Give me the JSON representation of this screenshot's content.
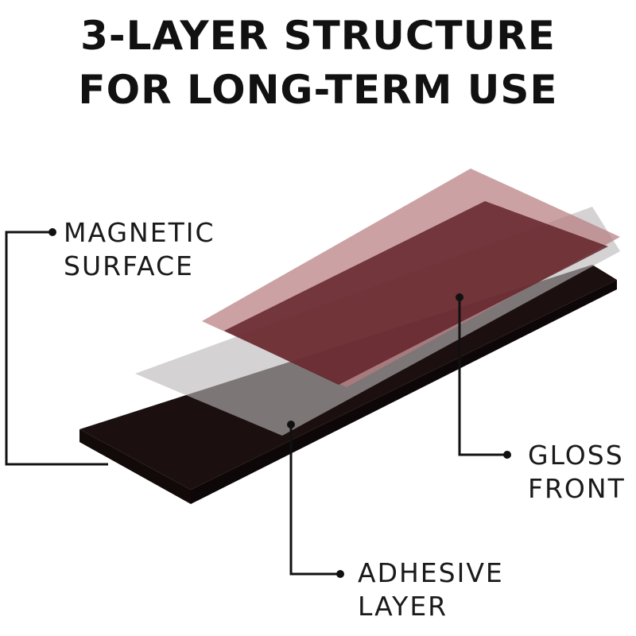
{
  "title": {
    "line1": "3-LAYER STRUCTURE",
    "line2": "FOR LONG-TERM USE"
  },
  "labels": {
    "magnetic": {
      "line1": "MAGNETIC",
      "line2": "SURFACE"
    },
    "gloss": {
      "line1": "GLOSS",
      "line2": "FRONT"
    },
    "adhesive": {
      "line1": "ADHESIVE",
      "line2": "LAYER"
    }
  },
  "colors": {
    "magnetic_layer": "#1c0f0f",
    "adhesive_layer": "#b9b6b6",
    "gloss_layer_outer": "#c79a9d",
    "gloss_layer_inner": "#6b2b30",
    "leader_lines": "#111111",
    "text": "#111111"
  }
}
